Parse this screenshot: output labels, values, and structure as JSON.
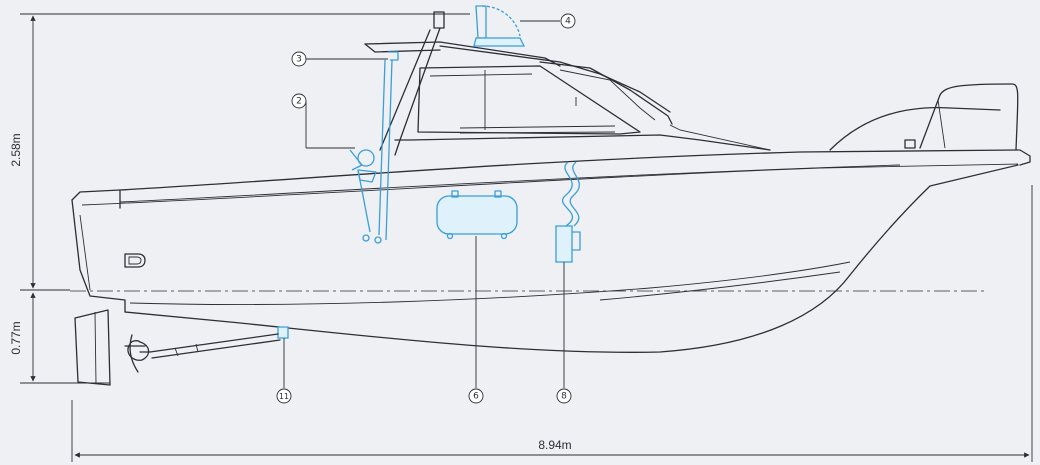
{
  "dimensions": {
    "height_above": "2.58m",
    "draft": "0.77m",
    "length": "8.94m"
  },
  "callouts": [
    {
      "id": "c2",
      "label": "2"
    },
    {
      "id": "c3",
      "label": "3"
    },
    {
      "id": "c4",
      "label": "4"
    },
    {
      "id": "c6",
      "label": "6"
    },
    {
      "id": "c8",
      "label": "8"
    },
    {
      "id": "c11",
      "label": "11"
    }
  ],
  "colors": {
    "hull_line": "#2b2f36",
    "equipment": "#3a9fd6",
    "background": "#eef0f3"
  }
}
